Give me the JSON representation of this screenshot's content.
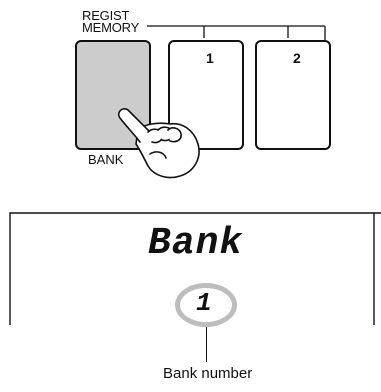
{
  "panel": {
    "group_label_line1": "REGIST",
    "group_label_line2": "MEMORY",
    "bank_label": "BANK",
    "buttons": [
      {
        "label": "1"
      },
      {
        "label": "2"
      }
    ],
    "bank_button_color": "#cccccc"
  },
  "display": {
    "title": "Bank",
    "value": "1",
    "indicator_color": "#bdbdbd"
  },
  "callout": {
    "label": "Bank number"
  }
}
